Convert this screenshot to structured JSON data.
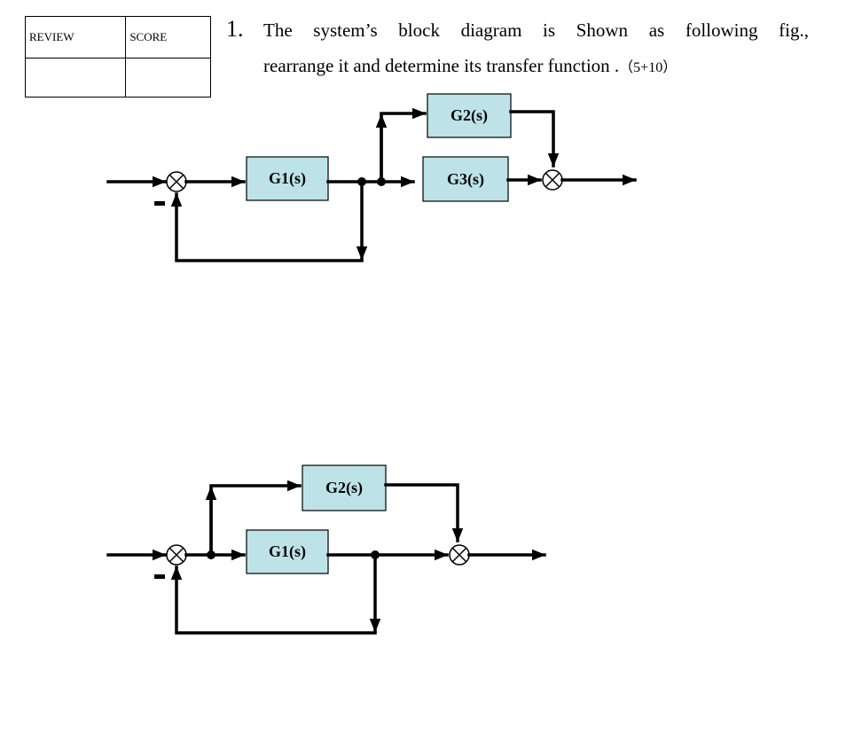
{
  "score_table": {
    "review_label": "REVIEW",
    "score_label": "SCORE"
  },
  "question": {
    "number": "1.",
    "line1": "The system’s block diagram is Shown as following fig.,",
    "line2_text": "rearrange it and determine its transfer function .",
    "points": "（5+10）"
  },
  "diagram_original": {
    "blocks": {
      "g1": "G1(s)",
      "g2": "G2(s)",
      "g3": "G3(s)"
    },
    "minus_sign": "−"
  },
  "diagram_rearranged": {
    "blocks": {
      "g1": "G1(s)",
      "g2": "G2(s)"
    },
    "minus_sign": "−"
  },
  "colors": {
    "block_fill": "#bde3e8",
    "line": "#000000",
    "background": "#ffffff"
  }
}
